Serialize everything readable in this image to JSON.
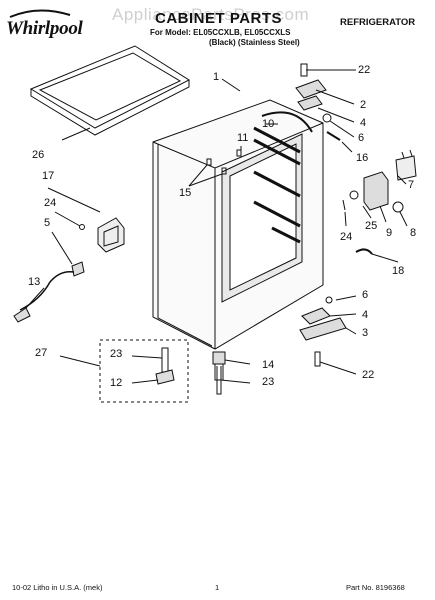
{
  "header": {
    "brand": "Whirlpool",
    "watermark": "AppliancePartsPros.com",
    "title": "CABINET PARTS",
    "category": "REFRIGERATOR",
    "model_line": "For Model: EL05CCXLB, EL05CCXLS",
    "variant_line": "(Black)  (Stainless Steel)"
  },
  "callouts": [
    "22",
    "1",
    "2",
    "4",
    "6",
    "10",
    "11",
    "16",
    "15",
    "26",
    "17",
    "24",
    "5",
    "13",
    "7",
    "25",
    "9",
    "8",
    "24",
    "18",
    "6",
    "4",
    "3",
    "27",
    "23",
    "12",
    "14",
    "23",
    "22"
  ],
  "footer": {
    "left": "10-02 Litho in U.S.A. (mek)",
    "page": "1",
    "part": "Part No. 8196368"
  }
}
